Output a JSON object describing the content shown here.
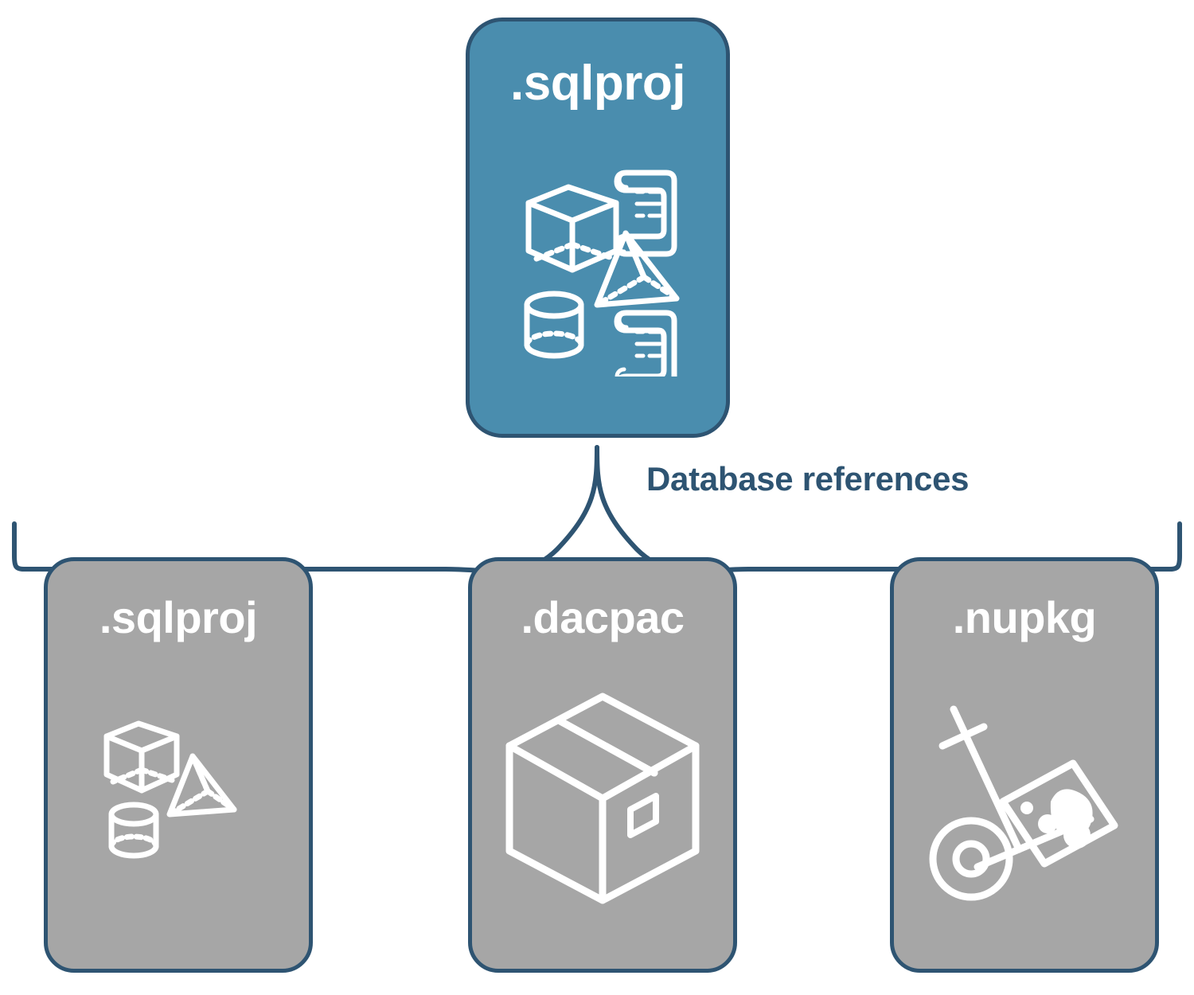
{
  "diagram": {
    "title_text": "Database references",
    "colors": {
      "primary_card_fill": "#4A8DAE",
      "secondary_card_fill": "#A6A6A6",
      "stroke": "#2E5472",
      "icon_stroke": "#FFFFFF",
      "background": "#FFFFFF"
    },
    "root": {
      "label": ".sqlproj",
      "icons": [
        "cube-icon",
        "script-scroll-icon",
        "pyramid-icon",
        "cylinder-icon",
        "script-scroll-icon"
      ]
    },
    "connector": {
      "label": "Database references",
      "style": "curly-brace"
    },
    "children": [
      {
        "label": ".sqlproj",
        "icons": [
          "cube-icon",
          "pyramid-icon",
          "cylinder-icon"
        ]
      },
      {
        "label": ".dacpac",
        "icons": [
          "package-box-icon"
        ]
      },
      {
        "label": ".nupkg",
        "icons": [
          "hand-truck-icon",
          "nuget-package-icon"
        ]
      }
    ]
  }
}
